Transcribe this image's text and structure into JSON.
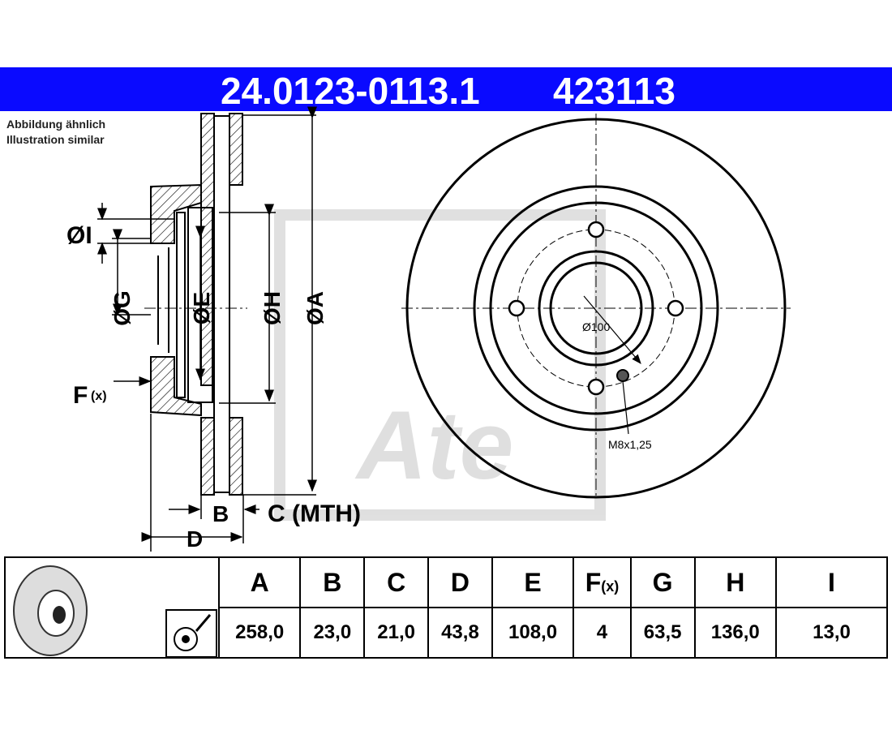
{
  "header": {
    "article_number": "24.0123-0113.1",
    "short_number": "423113",
    "band_color": "#0a0aff"
  },
  "note": {
    "de": "Abbildung ähnlich",
    "en": "Illustration similar"
  },
  "section_view": {
    "labels": {
      "I": "ØI",
      "G": "ØG",
      "E": "ØE",
      "H": "ØH",
      "A": "ØA",
      "F": "F",
      "F_sub": "(x)",
      "B": "B",
      "C": "C (MTH)",
      "D": "D"
    }
  },
  "front_view": {
    "bolt_circle": "Ø100",
    "thread": "M8x1,25"
  },
  "watermark": "Ate",
  "table": {
    "headers": [
      "A",
      "B",
      "C",
      "D",
      "E",
      "F",
      "G",
      "H",
      "I"
    ],
    "f_suffix": "(x)",
    "values": [
      "258,0",
      "23,0",
      "21,0",
      "43,8",
      "108,0",
      "4",
      "63,5",
      "136,0",
      "13,0"
    ]
  }
}
